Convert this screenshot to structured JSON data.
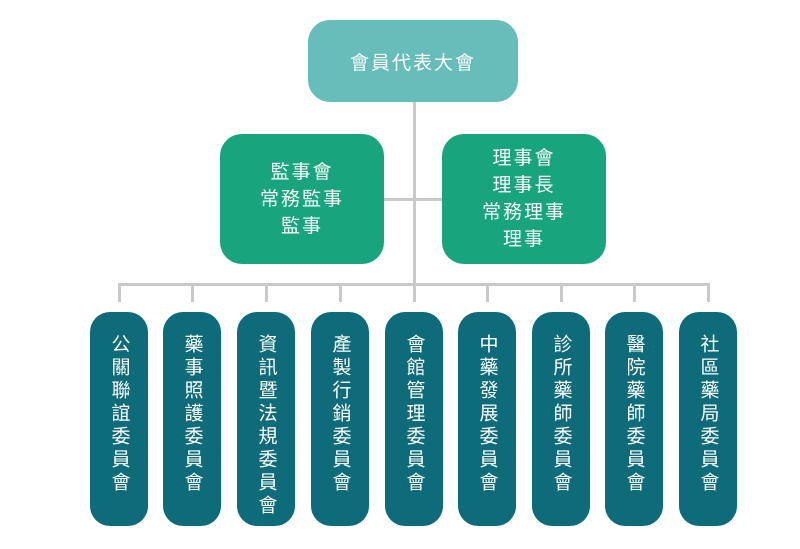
{
  "top": {
    "label": "會員代表大會"
  },
  "supervisors": {
    "lines": [
      "監事會",
      "常務監事",
      "監事"
    ]
  },
  "directors": {
    "lines": [
      "理事會",
      "理事長",
      "常務理事",
      "理事"
    ]
  },
  "committees": [
    "公關聯誼委員會",
    "藥事照護委員會",
    "資訊暨法規委員會",
    "產製行銷委員會",
    "會館管理委員會",
    "中藥發展委員會",
    "診所藥師委員會",
    "醫院藥師委員會",
    "社區藥局委員會"
  ],
  "colors": {
    "top": "#66bdb9",
    "middle": "#18a57e",
    "committee": "#0e6b7a",
    "connector": "#c9c9c9"
  }
}
